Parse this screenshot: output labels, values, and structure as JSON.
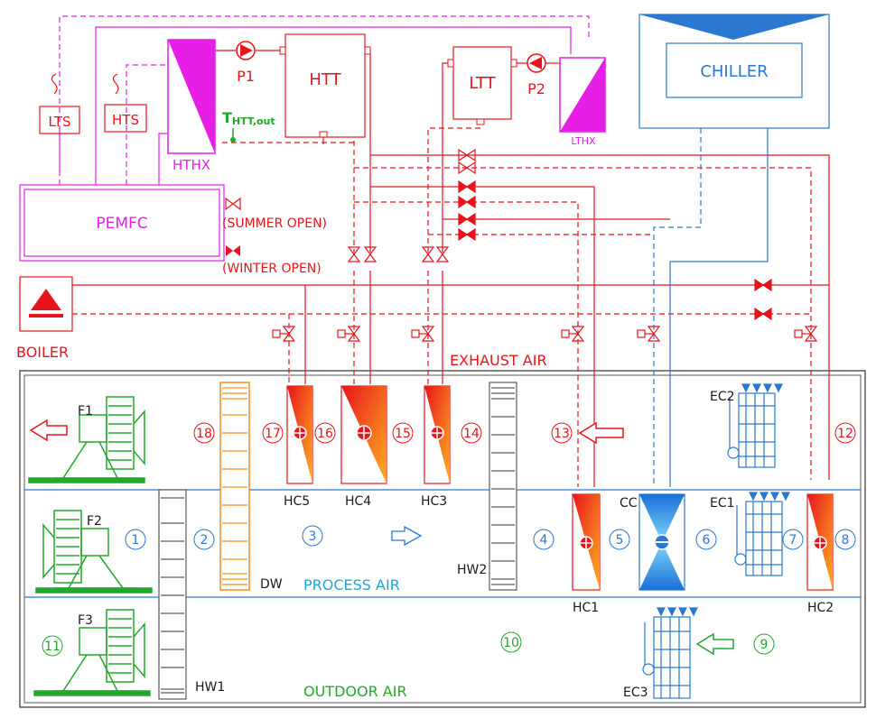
{
  "colors": {
    "hot": "#e8141c",
    "magenta": "#e61ee6",
    "blue": "#2a78d0",
    "cyan": "#1aa8d8",
    "green": "#22a82a",
    "orange": "#ff8a18",
    "gray": "#5a5a5a"
  },
  "labels": {
    "lts": "LTS",
    "hts": "HTS",
    "hthx": "HTHX",
    "p1": "P1",
    "htt": "HTT",
    "ltt": "LTT",
    "p2": "P2",
    "lthx": "LTHX",
    "chiller": "CHILLER",
    "thtt": "T",
    "thtt_sub": "HTT,out",
    "pemfc": "PEMFC",
    "summer": "(SUMMER OPEN)",
    "winter": "(WINTER OPEN)",
    "boiler": "BOILER",
    "exhaust": "EXHAUST AIR",
    "process": "PROCESS AIR",
    "outdoor": "OUTDOOR AIR",
    "f1": "F1",
    "f2": "F2",
    "f3": "F3",
    "hc1": "HC1",
    "hc2": "HC2",
    "hc3": "HC3",
    "hc4": "HC4",
    "hc5": "HC5",
    "cc": "CC",
    "ec1": "EC1",
    "ec2": "EC2",
    "ec3": "EC3",
    "dw": "DW",
    "hw1": "HW1",
    "hw2": "HW2"
  },
  "states": {
    "s1": "1",
    "s2": "2",
    "s3": "3",
    "s4": "4",
    "s5": "5",
    "s6": "6",
    "s7": "7",
    "s8": "8",
    "s9": "9",
    "s10": "10",
    "s11": "11",
    "s12": "12",
    "s13": "13",
    "s14": "14",
    "s15": "15",
    "s16": "16",
    "s17": "17",
    "s18": "18"
  }
}
